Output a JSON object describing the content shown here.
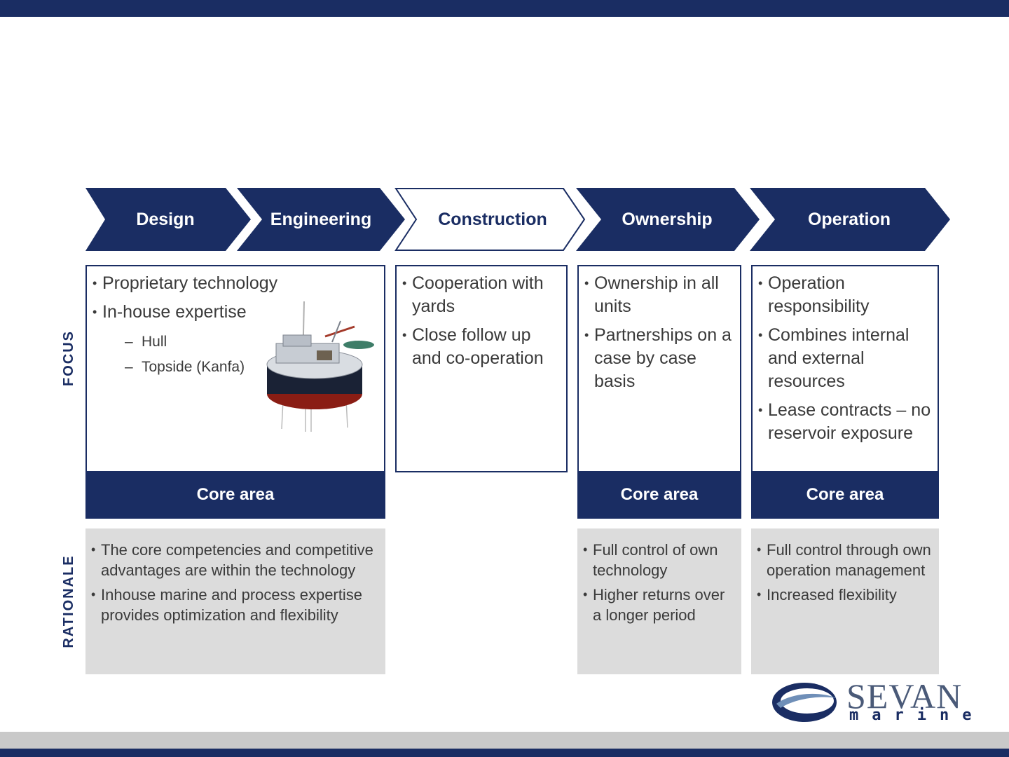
{
  "value_chain": {
    "stages": [
      {
        "label": "Design",
        "style": "filled"
      },
      {
        "label": "Engineering",
        "style": "filled"
      },
      {
        "label": "Construction",
        "style": "outline"
      },
      {
        "label": "Ownership",
        "style": "filled"
      },
      {
        "label": "Operation",
        "style": "filled"
      }
    ]
  },
  "side_labels": {
    "focus": "FOCUS",
    "rationale": "RATIONALE"
  },
  "focus": {
    "design_engineering": {
      "bullets": [
        "Proprietary technology",
        "In-house expertise"
      ],
      "sub_bullets": [
        "Hull",
        "Topside (Kanfa)"
      ],
      "image": "sevan-platform-illustration"
    },
    "construction": {
      "bullets": [
        "Cooperation with yards",
        "Close follow up and co-operation"
      ]
    },
    "ownership": {
      "bullets": [
        "Ownership in all units",
        "Partnerships on a case by case basis"
      ]
    },
    "operation": {
      "bullets": [
        "Operation responsibility",
        "Combines internal and external resources",
        "Lease contracts – no reservoir exposure"
      ]
    }
  },
  "core_area_label": "Core area",
  "rationale": {
    "design_engineering": [
      "The core competencies and competitive advantages are within the technology",
      "Inhouse marine and process expertise provides optimization and flexibility"
    ],
    "ownership": [
      "Full control of own technology",
      "Higher returns over a longer period"
    ],
    "operation": [
      "Full control through own operation management",
      "Increased flexibility"
    ]
  },
  "logo": {
    "name": "SEVAN",
    "sub": "marine"
  },
  "colors": {
    "navy": "#1a2d63",
    "gray_panel": "#dcdcdc",
    "footer_gray": "#c9c9c9"
  }
}
